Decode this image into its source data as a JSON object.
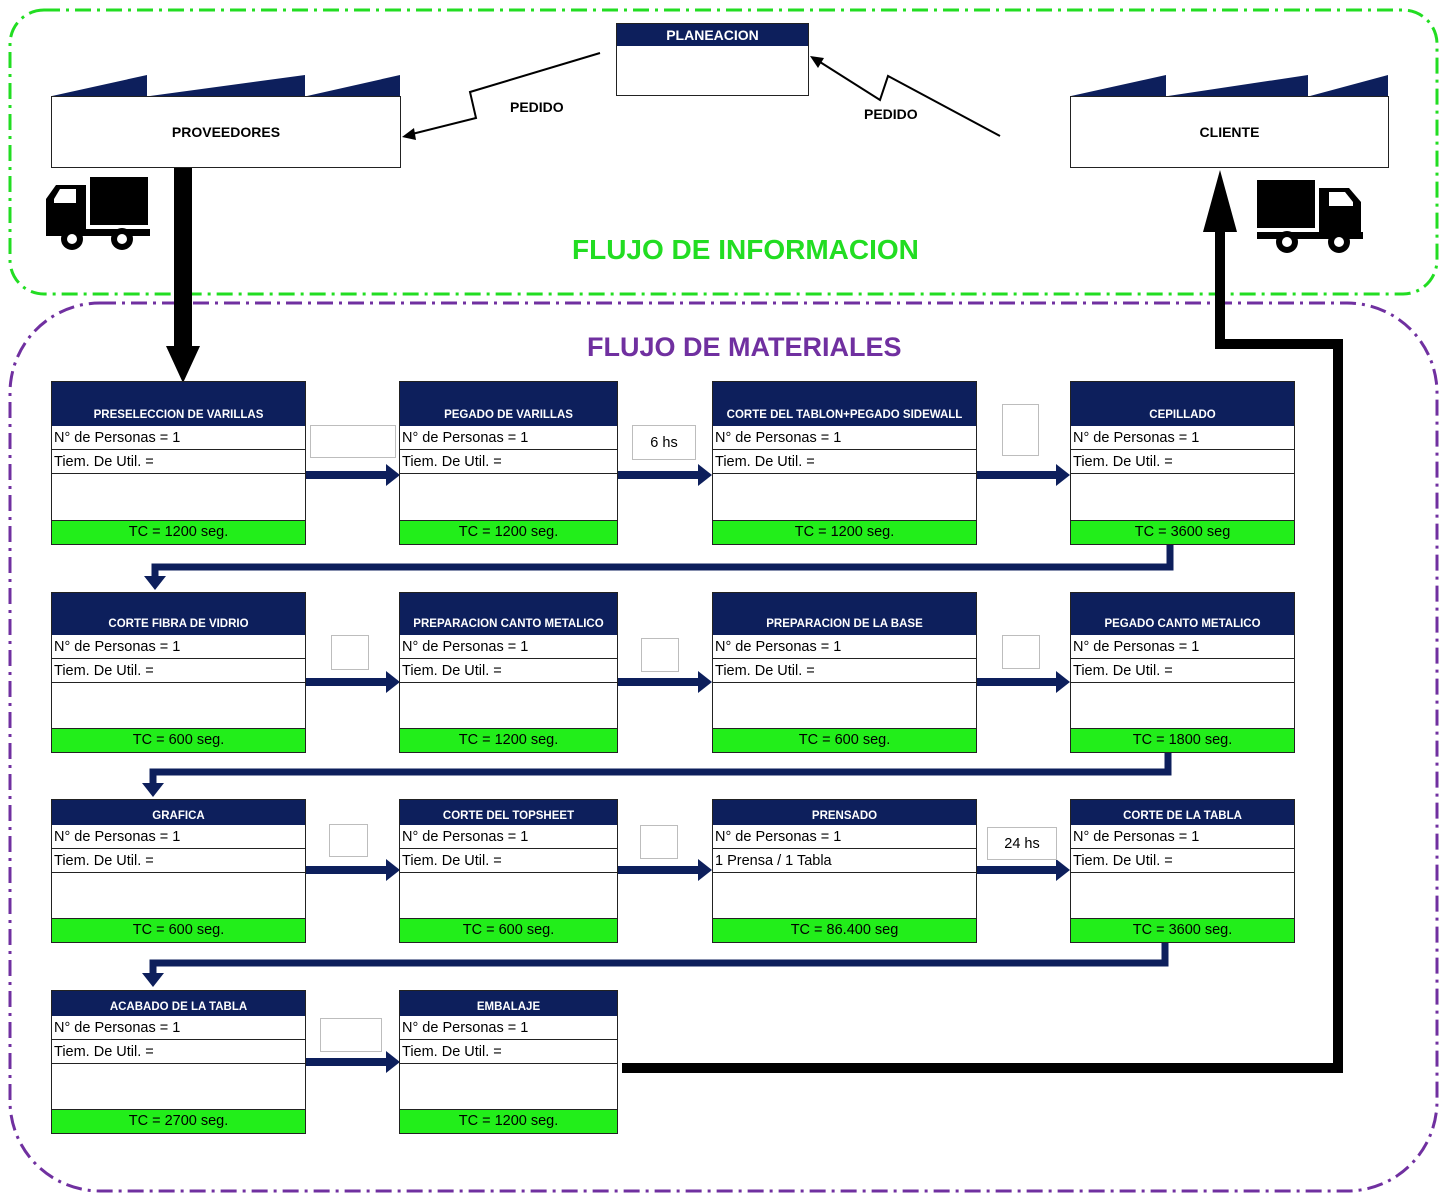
{
  "colors": {
    "info_border": "#22dd22",
    "materials_border": "#7030a0",
    "header_bg": "#0d1f5c",
    "tc_bg": "#22ee1a",
    "arrow": "#0d1f5c"
  },
  "info_flow": {
    "title": "FLUJO DE INFORMACION",
    "planning": "PLANEACION",
    "supplier": "PROVEEDORES",
    "customer": "CLIENTE",
    "order_left": "PEDIDO",
    "order_right": "PEDIDO",
    "truck_icon": "truck-icon"
  },
  "materials_flow": {
    "title": "FLUJO DE MATERIALES"
  },
  "processes": [
    {
      "name": "PRESELECCION DE VARILLAS",
      "personas": "N° de Personas = 1",
      "util": "Tiem. De Util. =",
      "tc": "TC = 1200 seg."
    },
    {
      "name": "PEGADO DE VARILLAS",
      "personas": "N° de Personas = 1",
      "util": "Tiem. De Util. =",
      "tc": "TC = 1200 seg."
    },
    {
      "name": "CORTE DEL TABLON+PEGADO SIDEWALL",
      "personas": "N° de Personas = 1",
      "util": "Tiem. De Util. =",
      "tc": "TC = 1200 seg."
    },
    {
      "name": "CEPILLADO",
      "personas": "N° de Personas = 1",
      "util": "Tiem. De Util. =",
      "tc": "TC = 3600 seg"
    },
    {
      "name": "CORTE FIBRA DE VIDRIO",
      "personas": "N° de Personas = 1",
      "util": "Tiem. De Util. =",
      "tc": "TC = 600 seg."
    },
    {
      "name": "PREPARACION CANTO METALICO",
      "personas": "N° de Personas = 1",
      "util": "Tiem. De Util. =",
      "tc": "TC = 1200 seg."
    },
    {
      "name": "PREPARACION DE LA BASE",
      "personas": "N° de Personas = 1",
      "util": "Tiem. De Util. =",
      "tc": "TC = 600 seg."
    },
    {
      "name": "PEGADO CANTO METALICO",
      "personas": "N° de Personas = 1",
      "util": "Tiem. De Util. =",
      "tc": "TC = 1800 seg."
    },
    {
      "name": "GRAFICA",
      "personas": "N° de Personas = 1",
      "util": "Tiem. De Util. =",
      "tc": "TC = 600 seg."
    },
    {
      "name": "CORTE DEL TOPSHEET",
      "personas": "N° de Personas = 1",
      "util": "Tiem. De Util. =",
      "tc": "TC = 600 seg."
    },
    {
      "name": "PRENSADO",
      "personas": "N° de Personas = 1",
      "util": "1 Prensa / 1 Tabla",
      "tc": "TC = 86.400 seg"
    },
    {
      "name": "CORTE DE LA TABLA",
      "personas": "N° de Personas = 1",
      "util": "Tiem. De Util. =",
      "tc": "TC = 3600 seg."
    },
    {
      "name": "ACABADO DE LA TABLA",
      "personas": "N° de Personas = 1",
      "util": "Tiem. De Util. =",
      "tc": "TC = 2700 seg."
    },
    {
      "name": "EMBALAJE",
      "personas": "N° de Personas = 1",
      "util": "Tiem. De Util. =",
      "tc": "TC = 1200 seg."
    }
  ],
  "inventory": [
    "",
    "6 hs",
    "",
    "",
    "",
    "",
    "",
    "",
    "24 hs",
    ""
  ]
}
